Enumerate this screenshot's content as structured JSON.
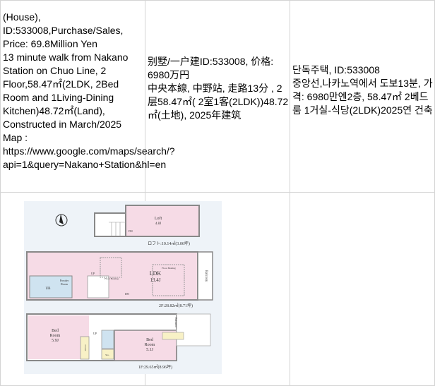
{
  "cells": {
    "english": "(House),\nID:533008,Purchase/Sales,\nPrice: 69.8Million Yen\n13 minute walk from Nakano Station   on   Chuo Line, 2 Floor,58.47㎡(2LDK, 2Bed Room and 1Living-Dining Kitchen)48.72㎡(Land), Constructed in March/2025\nMap :\nhttps://www.google.com/maps/search/?api=1&query=Nakano+Station&hl=en",
    "chinese": "别墅/一户建ID:533008, 价格: 6980万円\n中央本線, 中野站, 走路13分 , 2层58.47㎡( 2室1客(2LDK))48.72㎡(土地), 2025年建筑",
    "korean": "단독주택, ID:533008\n중앙선,나카노역에서 도보13분, 가격: 6980만엔2층, 58.47㎡ 2베드룸 1거실-식당(2LDK)2025연 건축"
  },
  "floor_plan": {
    "loft": {
      "label": "Loft",
      "size": "4.8J",
      "area": "ロフト:10.14㎡(3.06坪)"
    },
    "floor2": {
      "ldk": "LDK",
      "ldk_size": "13.4J",
      "ub": "UB",
      "powder": "Powder",
      "powder2": "Room",
      "floor_heating": "Floor Heating",
      "balcony": "Balcony",
      "up": "UP",
      "dn": "DN",
      "area": "2F:28.82㎡(8.71坪)"
    },
    "floor1": {
      "bed1": "Bed",
      "bed1b": "Room",
      "bed1_size": "5.9J",
      "bed2": "Bed",
      "bed2b": "Room",
      "bed2_size": "5.1J",
      "closet": "Closet",
      "sto": "Sto.",
      "entrance": "Entrance",
      "up": "UP",
      "area": "1F:29.65㎡(8.96坪)"
    }
  }
}
